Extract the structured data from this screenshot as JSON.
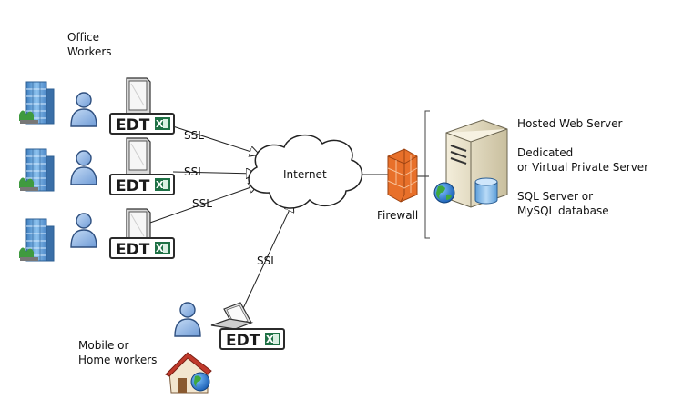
{
  "labels": {
    "office_workers": [
      "Office",
      "Workers"
    ],
    "mobile_workers": [
      "Mobile or",
      "Home workers"
    ],
    "internet": "Internet",
    "firewall": "Firewall",
    "ssl": "SSL",
    "server_info": [
      "Hosted Web Server",
      "Dedicated",
      "or Virtual Private Server",
      "SQL Server or",
      "MySQL database"
    ]
  },
  "edt_badge": {
    "text": "EDT",
    "excel_glyph": "X"
  },
  "icons": [
    "building-icon",
    "person-icon",
    "monitor-icon",
    "laptop-icon",
    "cloud-icon",
    "firewall-icon",
    "server-icon",
    "globe-icon",
    "database-icon",
    "home-icon"
  ],
  "colors": {
    "badge_border": "#2b2b2b",
    "excel_green": "#1e7145",
    "person_blue": "#8fb4e3",
    "building_blue": "#5a9bd5",
    "firewall_orange": "#e8702a",
    "server_beige": "#e9e1c7",
    "db_blue": "#7eb6e6",
    "house_red": "#c0392b"
  }
}
